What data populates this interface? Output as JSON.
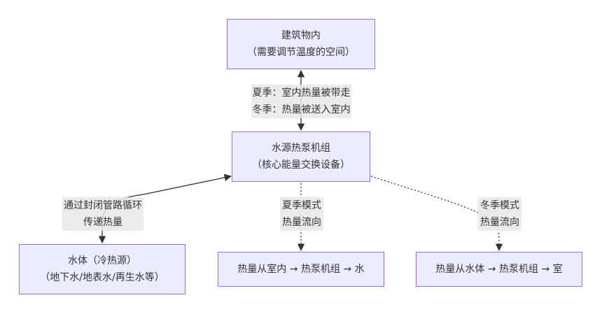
{
  "nodes": {
    "building": {
      "title": "建筑物内",
      "subtitle": "（需要调节温度的空间）"
    },
    "heat_pump": {
      "title": "水源热泵机组",
      "subtitle": "（核心能量交换设备）"
    },
    "water_body": {
      "title": "水体（冷热源）",
      "subtitle": "（地下水/地表水/再生水等）"
    },
    "summer_flow": {
      "text": "热量从室内 → 热泵机组 → 水"
    },
    "winter_flow": {
      "text": "热量从水体 → 热泵机组 → 室"
    }
  },
  "edge_labels": {
    "building_pump": {
      "line1": "夏季：室内热量被带走",
      "line2": "冬季：热量被送入室内"
    },
    "water_pump": {
      "line1": "通过封闭管路循环",
      "line2": "传递热量"
    },
    "summer_mode": {
      "line1": "夏季模式",
      "line2": "热量流向"
    },
    "winter_mode": {
      "line1": "冬季模式",
      "line2": "热量流向"
    }
  },
  "colors": {
    "node_fill": "#ececff",
    "node_border": "#9370db",
    "edge": "#333333",
    "label_bg": "#e8e8e8"
  }
}
